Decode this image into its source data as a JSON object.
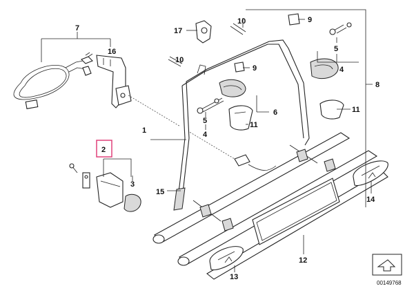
{
  "diagram": {
    "reference_number": "00149768",
    "highlight_color": "#e0407a",
    "callouts": [
      {
        "id": "c1",
        "label": "1"
      },
      {
        "id": "c2",
        "label": "2",
        "highlighted": true
      },
      {
        "id": "c3",
        "label": "3"
      },
      {
        "id": "c4a",
        "label": "4"
      },
      {
        "id": "c4b",
        "label": "4"
      },
      {
        "id": "c5a",
        "label": "5"
      },
      {
        "id": "c5b",
        "label": "5"
      },
      {
        "id": "c6",
        "label": "6"
      },
      {
        "id": "c7",
        "label": "7"
      },
      {
        "id": "c8",
        "label": "8"
      },
      {
        "id": "c9a",
        "label": "9"
      },
      {
        "id": "c9b",
        "label": "9"
      },
      {
        "id": "c10a",
        "label": "10"
      },
      {
        "id": "c10b",
        "label": "10"
      },
      {
        "id": "c11a",
        "label": "11"
      },
      {
        "id": "c11b",
        "label": "11"
      },
      {
        "id": "c12",
        "label": "12"
      },
      {
        "id": "c13",
        "label": "13"
      },
      {
        "id": "c14",
        "label": "14"
      },
      {
        "id": "c15",
        "label": "15"
      },
      {
        "id": "c16",
        "label": "16"
      },
      {
        "id": "c17",
        "label": "17"
      }
    ]
  }
}
